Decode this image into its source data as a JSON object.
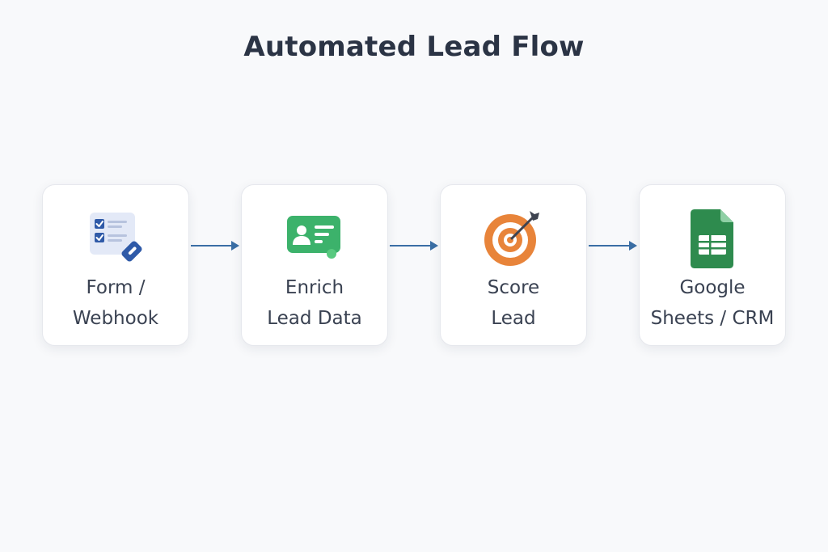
{
  "title": "Automated Lead Flow",
  "steps": [
    {
      "line1": "Form /",
      "line2": "Webhook",
      "icon": "form-checklist-icon"
    },
    {
      "line1": "Enrich",
      "line2": "Lead Data",
      "icon": "id-card-icon"
    },
    {
      "line1": "Score",
      "line2": "Lead",
      "icon": "target-icon"
    },
    {
      "line1": "Google",
      "line2": "Sheets / CRM",
      "icon": "google-sheets-icon"
    }
  ],
  "colors": {
    "title": "#2b3445",
    "label": "#3a4252",
    "arrow": "#3a6ea5",
    "form_blue": "#2f5aa8",
    "enrich_green": "#3cb26b",
    "score_orange": "#e8843a",
    "sheets_green": "#2e8b4e"
  }
}
